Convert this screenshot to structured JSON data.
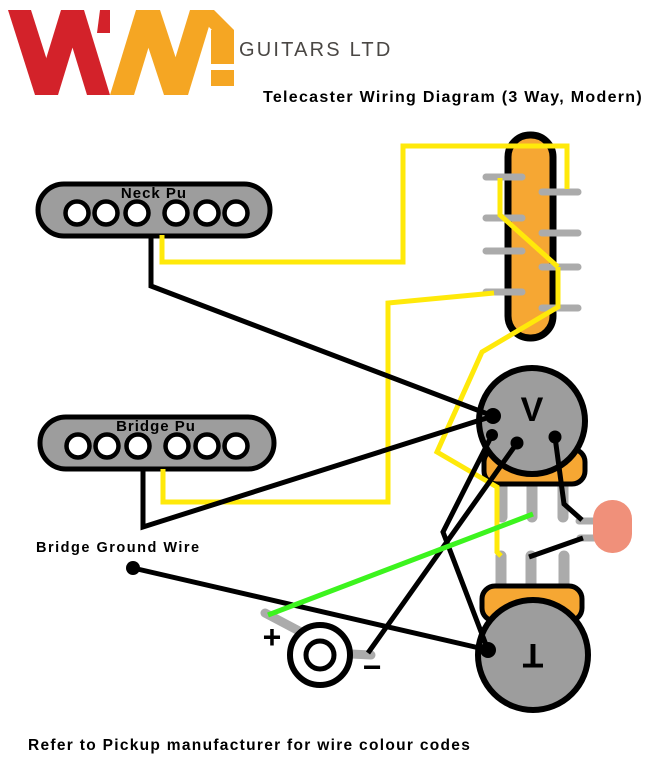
{
  "header": {
    "brand": "GUITARS LTD",
    "title": "Telecaster Wiring Diagram (3 Way, Modern)"
  },
  "diagram": {
    "neck_pickup_label": "Neck Pu",
    "bridge_pickup_label": "Bridge Pu",
    "volume_label": "V",
    "tone_label": "T",
    "jack_plus": "+",
    "jack_minus": "−",
    "bridge_ground_label": "Bridge Ground Wire"
  },
  "footer": {
    "note": "Refer to Pickup manufacturer for wire colour codes"
  },
  "colors": {
    "wire_yellow": "#FFE90A",
    "wire_black": "#000000",
    "wire_green": "#3CF41E",
    "lug_gray": "#ABABAB",
    "component_gray": "#9D9D9D",
    "pole_white": "#FFFFFF",
    "switch_orange": "#F6A733",
    "pot_base_orange": "#F6A733",
    "capacitor_salmon": "#F0907A",
    "outline_black": "#000000",
    "logo_red": "#D3222A",
    "logo_orange": "#F5A623",
    "brand_gray": "#4A4744"
  }
}
